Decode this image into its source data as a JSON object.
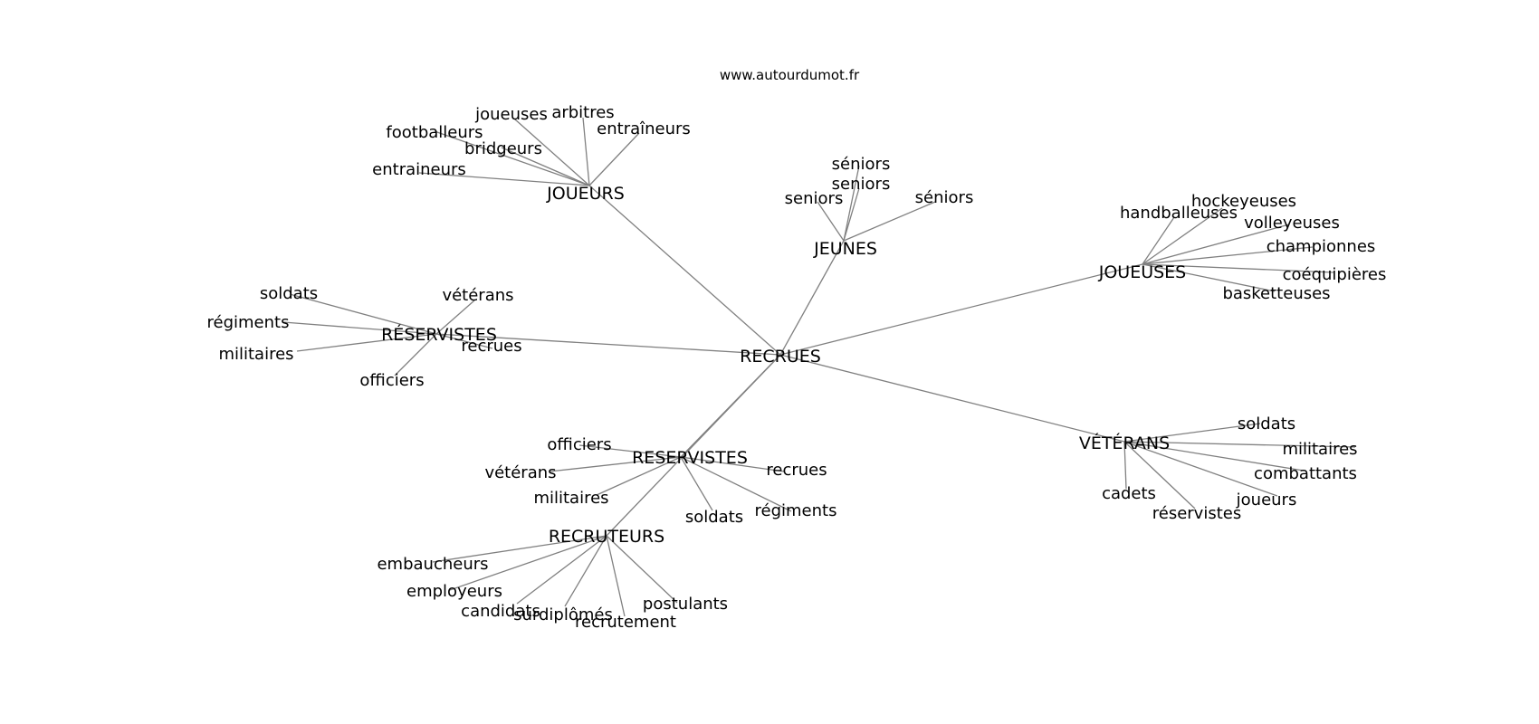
{
  "source": "www.autourdumot.fr",
  "center": "RECRUES",
  "groups": [
    {
      "hub": "JOUEURS",
      "leaves": [
        "joueuses",
        "arbitres",
        "entraîneurs",
        "footballeurs",
        "bridgeurs",
        "entraineurs"
      ]
    },
    {
      "hub": "JEUNES",
      "leaves": [
        "séniors",
        "seniors",
        "seniors",
        "séniors"
      ]
    },
    {
      "hub": "JOUEUSES",
      "leaves": [
        "handballeuses",
        "hockeyeuses",
        "volleyeuses",
        "championnes",
        "coéquipières",
        "basketteuses"
      ]
    },
    {
      "hub": "RÉSERVISTES",
      "leaves": [
        "soldats",
        "vétérans",
        "régiments",
        "militaires",
        "recrues",
        "officiers"
      ]
    },
    {
      "hub": "RESERVISTES",
      "leaves": [
        "officiers",
        "vétérans",
        "recrues",
        "militaires",
        "soldats",
        "régiments"
      ]
    },
    {
      "hub": "VÉTÉRANS",
      "leaves": [
        "soldats",
        "militaires",
        "combattants",
        "joueurs",
        "cadets",
        "réservistes"
      ]
    },
    {
      "hub": "RECRUTEURS",
      "leaves": [
        "embaucheurs",
        "employeurs",
        "candidats",
        "surdiplômés",
        "recrutement",
        "postulants"
      ]
    }
  ]
}
